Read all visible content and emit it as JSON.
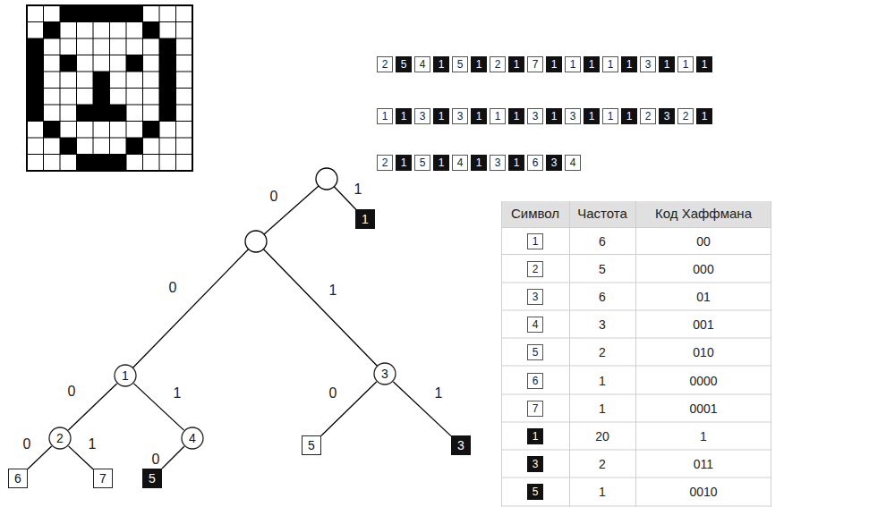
{
  "diagram": {
    "nodes": [
      {
        "text": [
          "1"
        ]
      },
      {
        "text": [
          "1"
        ]
      },
      {
        "text": [
          "3"
        ]
      },
      {
        "text": [
          "2"
        ]
      },
      {
        "text": [
          "4"
        ]
      },
      {
        "text": [
          "5"
        ]
      },
      {
        "text": [
          "3"
        ]
      },
      {
        "text": [
          "6"
        ]
      },
      {
        "text": [
          "7"
        ]
      },
      {
        "text": [
          "5"
        ]
      }
    ],
    "edges": [
      {
        "from": 1,
        "to": 3,
        "arrow": "none",
        "label": "0"
      },
      {
        "from": 1,
        "to": 4,
        "arrow": "none",
        "label": "1"
      },
      {
        "from": 2,
        "to": 5,
        "arrow": "none",
        "label": "0"
      },
      {
        "from": 2,
        "to": 6,
        "arrow": "none",
        "label": "1"
      },
      {
        "from": 3,
        "to": 7,
        "arrow": "none",
        "label": "0"
      },
      {
        "from": 3,
        "to": 8,
        "arrow": "none",
        "label": "1"
      },
      {
        "from": 4,
        "to": 9,
        "arrow": "none",
        "label": "0"
      }
    ],
    "labels": [
      "2",
      "5",
      "4",
      "1",
      "5",
      "1",
      "2",
      "1",
      "7",
      "1",
      "1",
      "1",
      "1",
      "1",
      "3",
      "1",
      "1",
      "1",
      "1",
      "1",
      "3",
      "1",
      "3",
      "1",
      "1",
      "1",
      "3",
      "1",
      "3",
      "1",
      "1",
      "1",
      "2",
      "3",
      "2",
      "1",
      "2",
      "1",
      "5",
      "1",
      "4",
      "1",
      "3",
      "1",
      "6",
      "3",
      "4",
      "0",
      "1",
      "0",
      "1",
      "Символ",
      "Частота",
      "Код Хаффмана",
      "1",
      "6",
      "00",
      "2",
      "5",
      "000",
      "3",
      "6",
      "01",
      "4",
      "3",
      "001",
      "5",
      "2",
      "010",
      "6",
      "1",
      "0000",
      "7",
      "1",
      "0001",
      "1",
      "20",
      "1",
      "3",
      "2",
      "011",
      "5",
      "1",
      "0010"
    ]
  }
}
